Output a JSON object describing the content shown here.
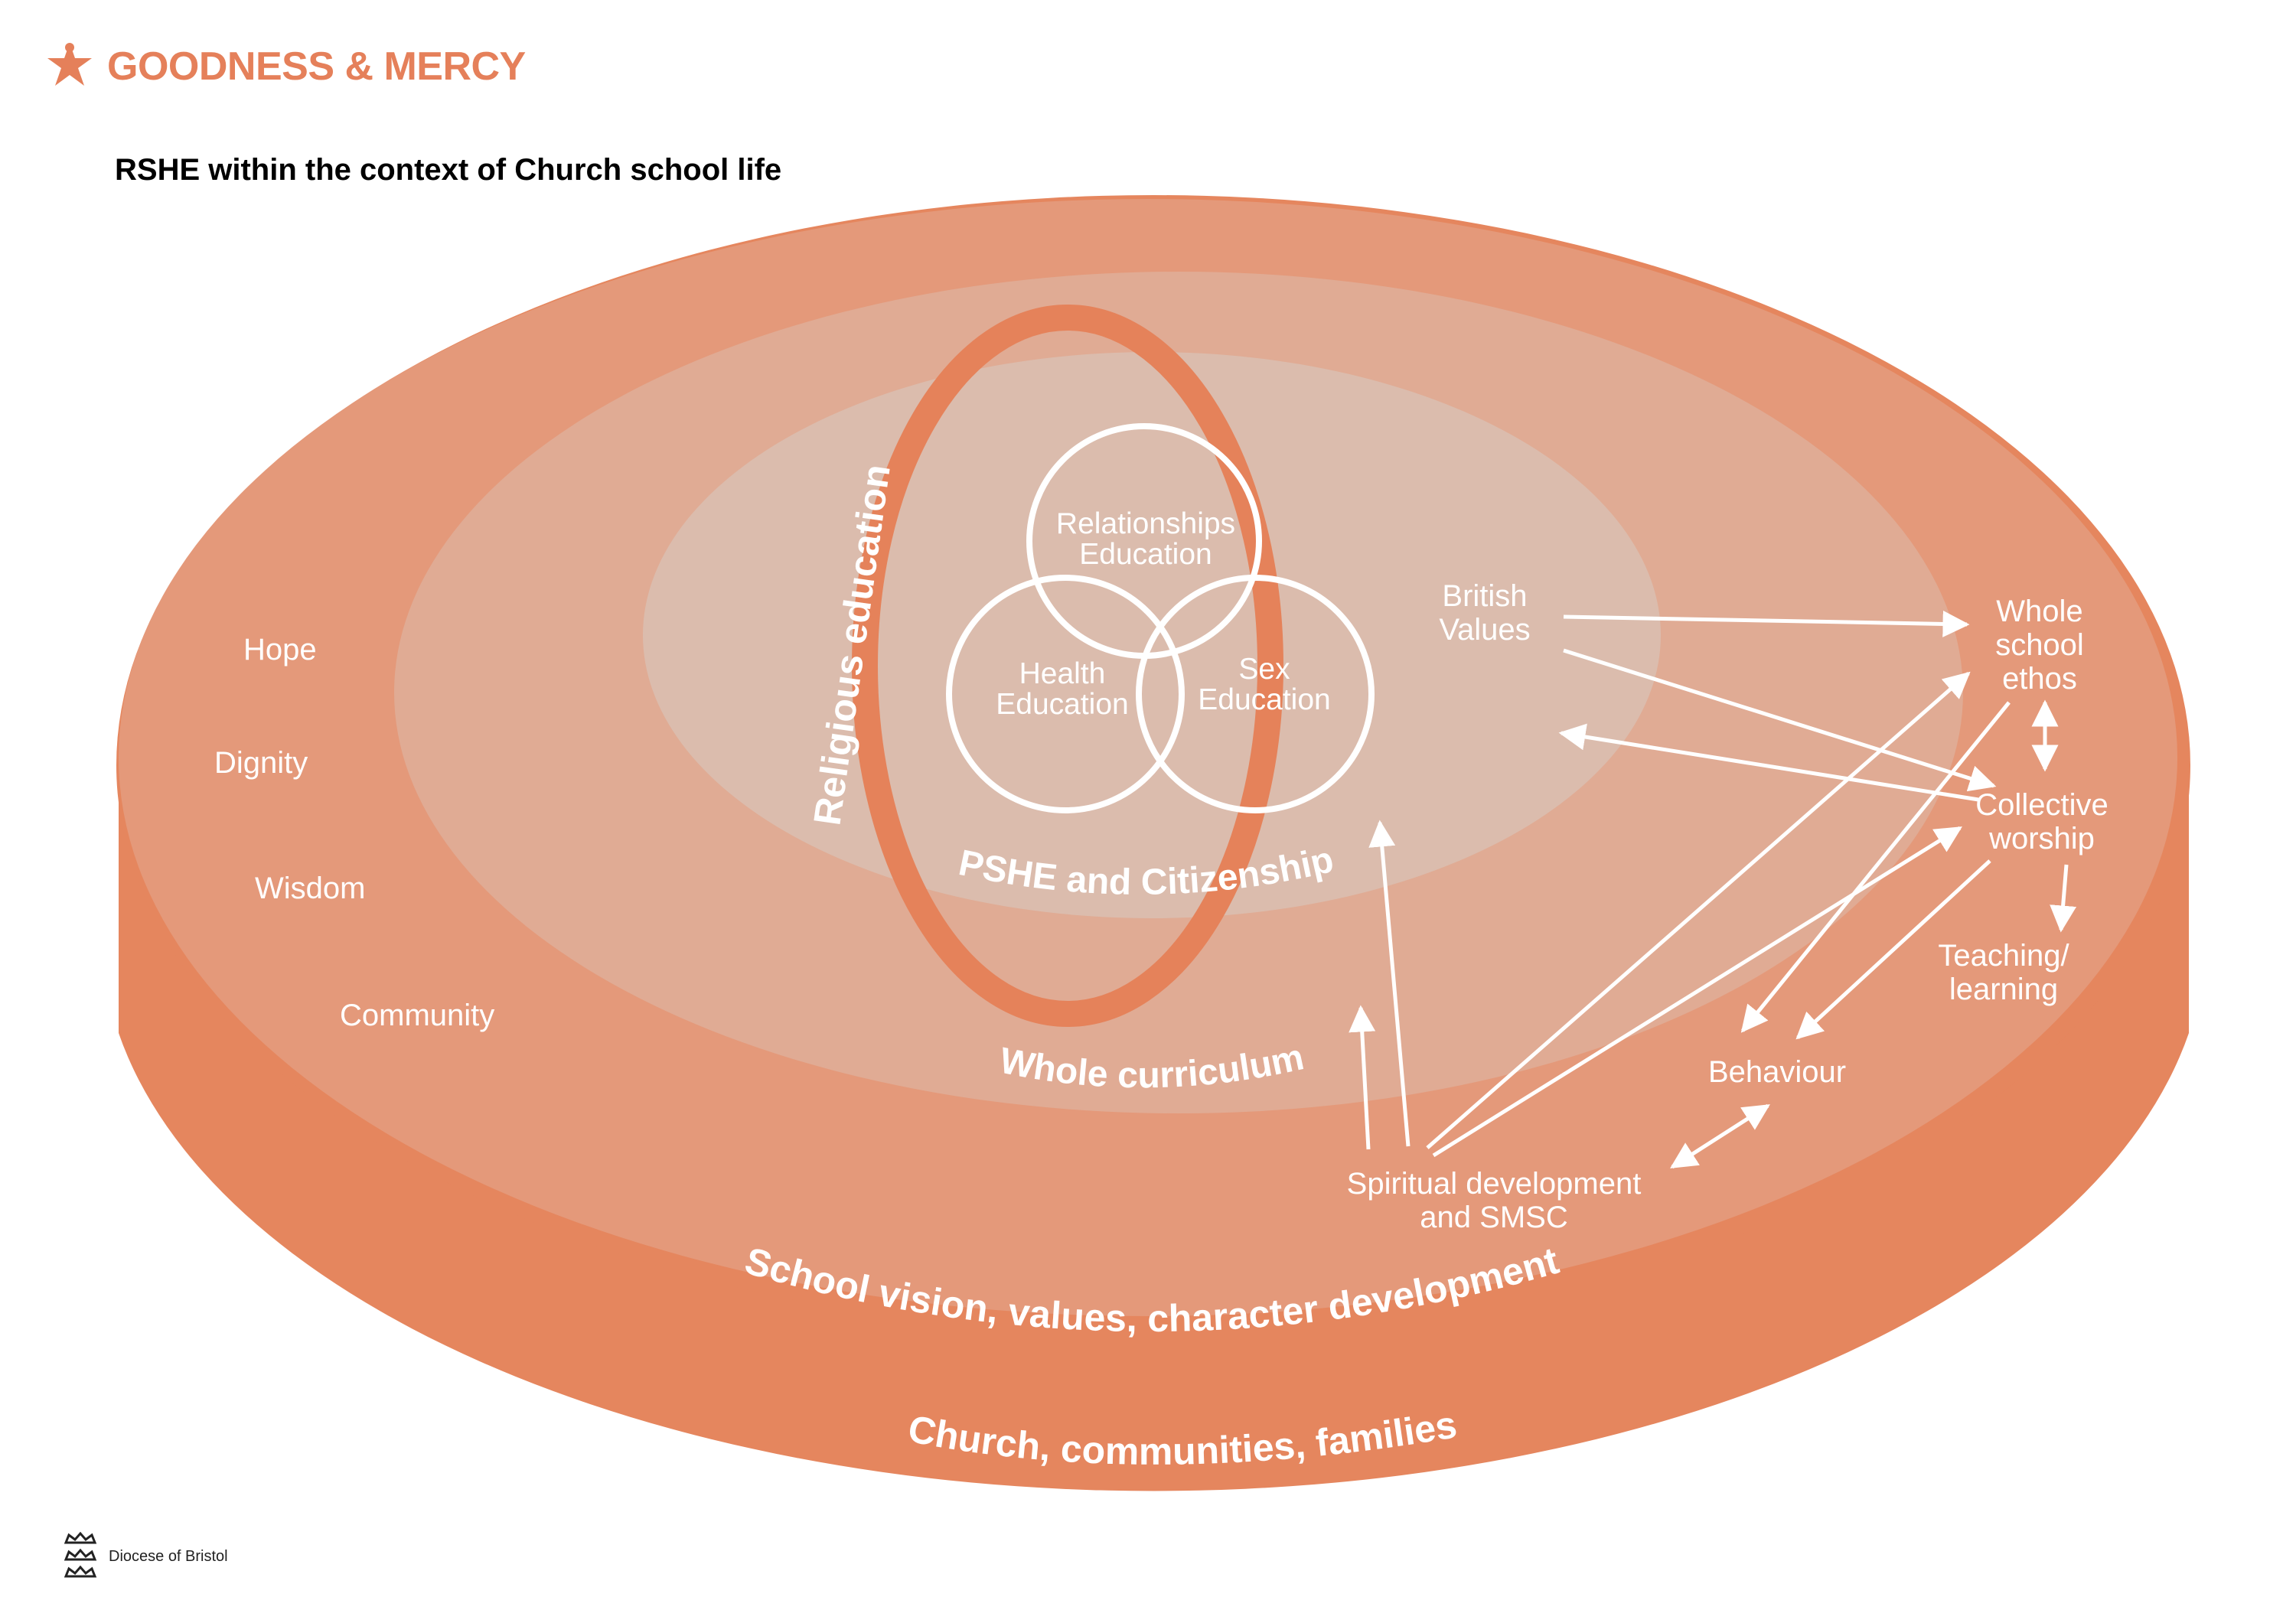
{
  "brand": {
    "name": "GOODNESS & MERCY",
    "color": "#e5805a",
    "icon": "star-figure-icon"
  },
  "title": "RSHE within the context of Church school life",
  "layers": {
    "outer": "Church, communities, families",
    "vision": "School vision, values, character development",
    "curriculum": "Whole curriculum",
    "pshe": "PSHE and Citizenship",
    "re": "Religious education"
  },
  "values": [
    "Hope",
    "Dignity",
    "Wisdom",
    "Community"
  ],
  "circles": {
    "relationships": [
      "Relationships",
      "Education"
    ],
    "health": [
      "Health",
      "Education"
    ],
    "sex": [
      "Sex",
      "Education"
    ]
  },
  "nodes": {
    "british_values": [
      "British",
      "Values"
    ],
    "whole_school_ethos": [
      "Whole",
      "school",
      "ethos"
    ],
    "collective_worship": [
      "Collective",
      "worship"
    ],
    "teaching_learning": [
      "Teaching/",
      "learning"
    ],
    "behaviour": "Behaviour",
    "spiritual": [
      "Spiritual development",
      "and SMSC"
    ]
  },
  "footer": {
    "text": "Diocese of Bristol",
    "icon": "crowns-crest-icon"
  },
  "colors": {
    "disc_side": "#e5865e",
    "disc_top": "#e4997a",
    "curriculum_ellipse": "#e0ab94",
    "pshe_ellipse": "#dbbcad",
    "re_ring": "#e5825a"
  }
}
